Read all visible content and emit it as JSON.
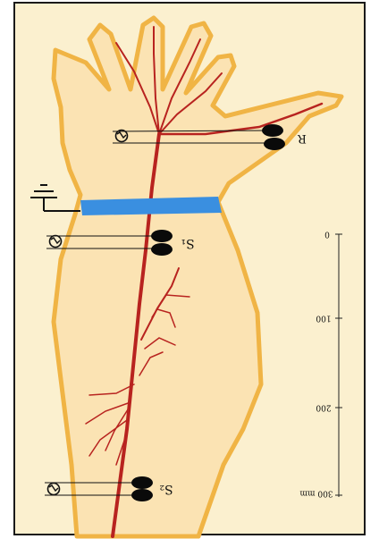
{
  "diagram": {
    "electrodes": {
      "recording_label": "R",
      "stim1_label": "S₁",
      "stim2_label": "S₂"
    },
    "scale": {
      "ticks": [
        "0",
        "100",
        "200",
        "300 mm"
      ]
    },
    "colors": {
      "skin": "#fbe3b3",
      "outline": "#f0b445",
      "background": "#fbf0cf",
      "vessel": "#b8231f",
      "band": "#3a8fe0",
      "electrode": "#0a0a0a"
    },
    "icons": {
      "stimulator": "stimulator-symbol-icon",
      "ground": "ground-symbol-icon",
      "wrist_band": "ground-band"
    }
  }
}
